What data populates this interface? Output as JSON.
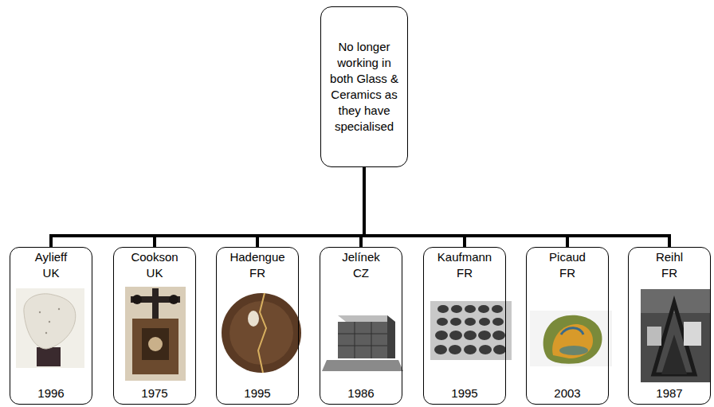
{
  "diagram": {
    "nodes": [
      {
        "text": [
          "No longer working in both Glass & Ceramics as they have specialised"
        ]
      },
      {
        "text": [
          "Aylieff UK",
          "1996"
        ]
      },
      {
        "text": [
          "Cookson UK",
          "1975"
        ]
      },
      {
        "text": [
          "Hadengue FR",
          "1995"
        ]
      },
      {
        "text": [
          "Jelínek CZ",
          "1986"
        ]
      },
      {
        "text": [
          "Kaufmann FR",
          "1995"
        ]
      },
      {
        "text": [
          "Picaud FR",
          "2003"
        ]
      },
      {
        "text": [
          "Reihl FR",
          "1987"
        ]
      }
    ],
    "edges": [
      {
        "from": 0,
        "to": 1,
        "arrow": "none"
      },
      {
        "from": 0,
        "to": 2,
        "arrow": "none"
      },
      {
        "from": 0,
        "to": 3,
        "arrow": "none"
      },
      {
        "from": 0,
        "to": 4,
        "arrow": "none"
      },
      {
        "from": 0,
        "to": 5,
        "arrow": "none"
      },
      {
        "from": 0,
        "to": 6,
        "arrow": "none"
      },
      {
        "from": 0,
        "to": 7,
        "arrow": "none"
      }
    ]
  }
}
